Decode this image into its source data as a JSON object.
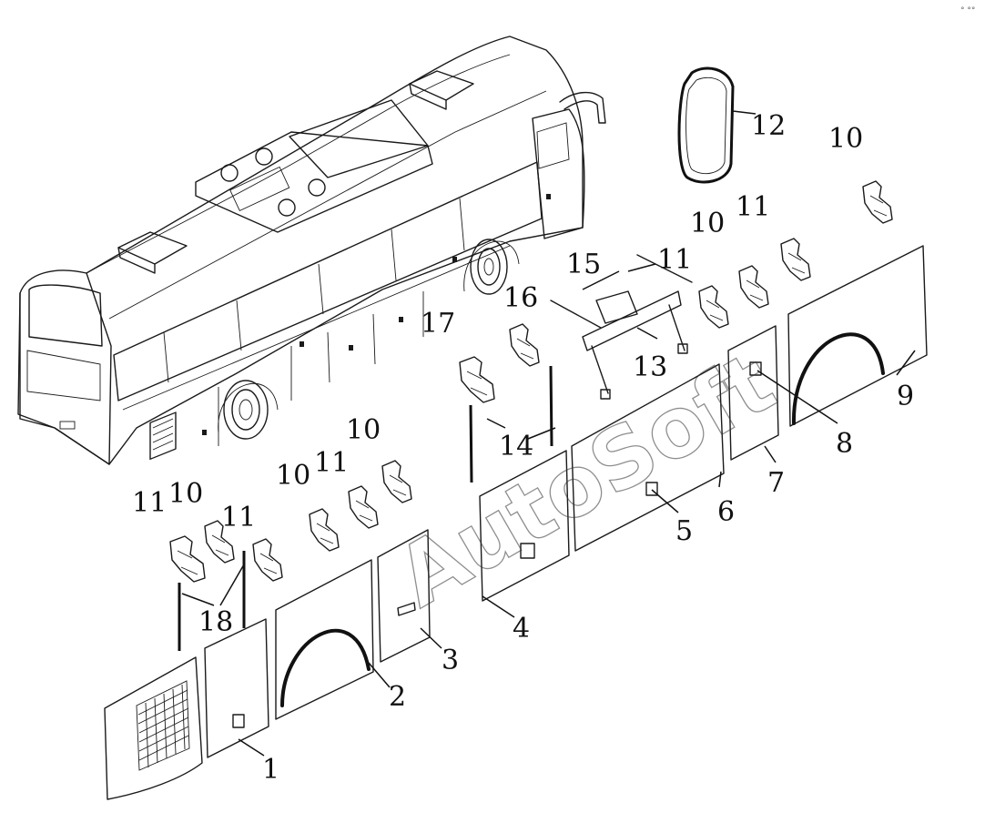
{
  "watermark": "AutoSoft",
  "corner_mark": "° °°",
  "callouts": [
    {
      "id": "c1",
      "label": "1"
    },
    {
      "id": "c2",
      "label": "2"
    },
    {
      "id": "c3",
      "label": "3"
    },
    {
      "id": "c4",
      "label": "4"
    },
    {
      "id": "c5",
      "label": "5"
    },
    {
      "id": "c6",
      "label": "6"
    },
    {
      "id": "c7",
      "label": "7"
    },
    {
      "id": "c8",
      "label": "8"
    },
    {
      "id": "c9",
      "label": "9"
    },
    {
      "id": "c10a",
      "label": "10"
    },
    {
      "id": "c10b",
      "label": "10"
    },
    {
      "id": "c10c",
      "label": "10"
    },
    {
      "id": "c10d",
      "label": "10"
    },
    {
      "id": "c10e",
      "label": "10"
    },
    {
      "id": "c11a",
      "label": "11"
    },
    {
      "id": "c11b",
      "label": "11"
    },
    {
      "id": "c11c",
      "label": "11"
    },
    {
      "id": "c11d",
      "label": "11"
    },
    {
      "id": "c11e",
      "label": "11"
    },
    {
      "id": "c12",
      "label": "12"
    },
    {
      "id": "c13",
      "label": "13"
    },
    {
      "id": "c14",
      "label": "14"
    },
    {
      "id": "c15",
      "label": "15"
    },
    {
      "id": "c16",
      "label": "16"
    },
    {
      "id": "c17",
      "label": "17"
    },
    {
      "id": "c18",
      "label": "18"
    }
  ]
}
